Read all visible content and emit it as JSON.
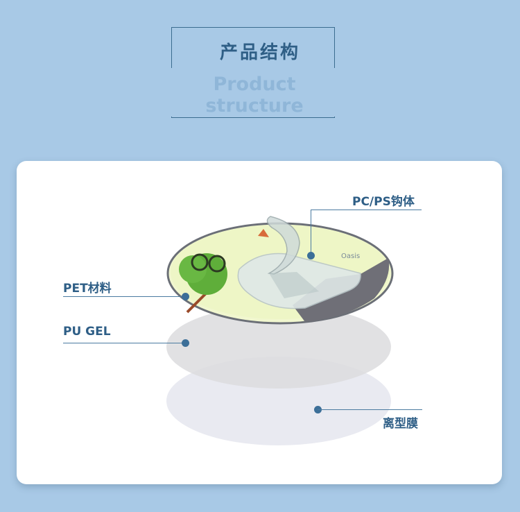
{
  "header": {
    "title_cn": "产品结构",
    "title_en": "Product structure"
  },
  "labels": {
    "hook": "PC/PS钩体",
    "pet": "PET材料",
    "gel": "PU GEL",
    "release": "离型膜"
  },
  "product": {
    "print_text": "Oasis"
  },
  "colors": {
    "background": "#a8c9e6",
    "accent": "#2f5f86",
    "card": "#ffffff"
  }
}
